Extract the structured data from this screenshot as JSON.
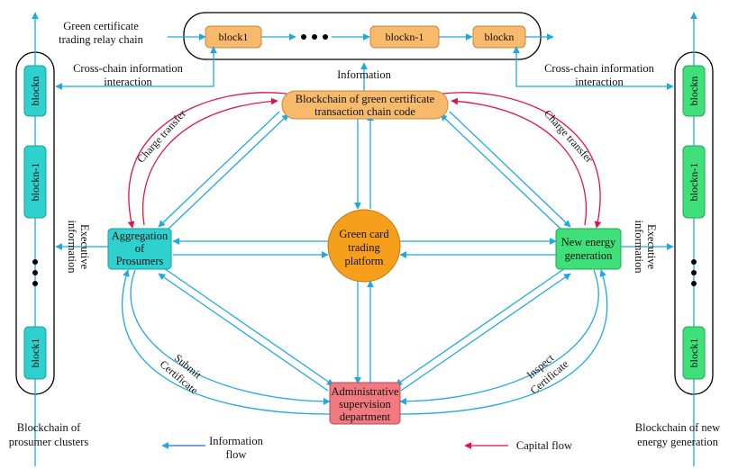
{
  "relay_chain": {
    "label_line1": "Green certificate",
    "label_line2": "trading relay chain",
    "blocks": [
      "block1",
      "blockn-1",
      "blockn"
    ]
  },
  "left_chain": {
    "blocks": [
      "blockn",
      "blockn-1",
      "block1"
    ],
    "caption_line1": "Blockchain of",
    "caption_line2": "prosumer clusters"
  },
  "right_chain": {
    "blocks": [
      "blockn",
      "blockn-1",
      "block1"
    ],
    "caption_line1": "Blockchain of new",
    "caption_line2": "energy generation"
  },
  "labels": {
    "cross_left_1": "Cross-chain information",
    "cross_left_2": "interaction",
    "cross_right_1": "Cross-chain information",
    "cross_right_2": "interaction",
    "information": "Information",
    "charge_left": "Charge transfer",
    "charge_right": "Charge transfer",
    "exec_left_1": "Executive",
    "exec_left_2": "information",
    "exec_right_1": "Executive",
    "exec_right_2": "information",
    "submit_1": "Submit",
    "submit_2": "Certificate",
    "inspect_1": "Inspect",
    "inspect_2": "Certificate"
  },
  "nodes": {
    "chaincode_1": "Blockchain  of green certificate",
    "chaincode_2": "transaction chain code",
    "prosumers_1": "Aggregation",
    "prosumers_2": "of",
    "prosumers_3": "Prosumers",
    "platform_1": "Green card",
    "platform_2": "trading",
    "platform_3": "platform",
    "newenergy_1": "New energy",
    "newenergy_2": "generation",
    "admin_1": "Administrative",
    "admin_2": "supervision",
    "admin_3": "department"
  },
  "legend": {
    "info_1": "Information",
    "info_2": "flow",
    "capital": "Capital flow"
  },
  "colors": {
    "info_flow": "#1fa9e1",
    "capital_flow": "#e0144c",
    "orange_block": "#f7b96b",
    "cyan_block": "#2fd1cf",
    "green_block": "#3fe07a",
    "platform": "#f59f1c",
    "admin": "#f07a7f"
  }
}
